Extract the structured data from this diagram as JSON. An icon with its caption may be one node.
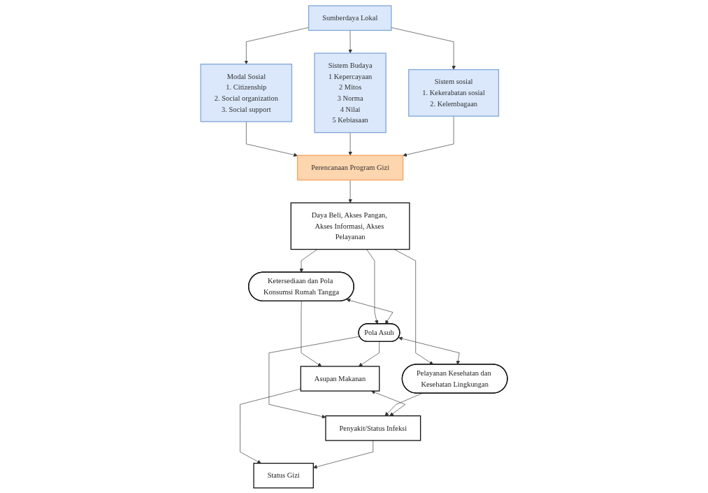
{
  "diagram": {
    "nodes": [
      {
        "text": [
          "Sumberdaya Lokal"
        ]
      },
      {
        "text": [
          "Modal Sosial",
          "1. Citizenship",
          "2. Social organization",
          "3. Social support"
        ]
      },
      {
        "text": [
          "Sistem Budaya",
          "1 Kepercayaan",
          "2 Mitos",
          "3 Norma",
          "4 Nilai",
          "5 Kebiasaan"
        ]
      },
      {
        "text": [
          "Sistem sosial",
          "1. Kekerabatan sosial",
          "2. Kelembagaan"
        ]
      },
      {
        "text": [
          "Perencanaan Program Gizi"
        ]
      },
      {
        "text": [
          "Daya Beli, Akses Pangan, Akses Informasi, Akses Pelayanan"
        ]
      },
      {
        "text": [
          "Ketersediaan dan Pola Konsumsi Rumah Tangga"
        ]
      },
      {
        "text": [
          "Pola Asuh"
        ]
      },
      {
        "text": [
          "Pelayanan Kesehatan dan Kesehatan Lingkungan"
        ]
      },
      {
        "text": [
          "Asupan Makanan"
        ]
      },
      {
        "text": [
          "Penyakit/Status Infeksi"
        ]
      },
      {
        "text": [
          "Status Gizi"
        ]
      }
    ],
    "edges": [
      {
        "from": 0,
        "to": 1,
        "arrow": "to"
      },
      {
        "from": 0,
        "to": 2,
        "arrow": "to"
      },
      {
        "from": 0,
        "to": 3,
        "arrow": "to"
      },
      {
        "from": 1,
        "to": 4,
        "arrow": "to"
      },
      {
        "from": 2,
        "to": 4,
        "arrow": "to"
      },
      {
        "from": 3,
        "to": 4,
        "arrow": "to"
      },
      {
        "from": 4,
        "to": 5,
        "arrow": "to"
      },
      {
        "from": 5,
        "to": 6,
        "arrow": "to"
      },
      {
        "from": 5,
        "to": 7,
        "arrow": "to"
      },
      {
        "from": 5,
        "to": 8,
        "arrow": "to"
      },
      {
        "from": 6,
        "to": 7,
        "arrow": "both"
      },
      {
        "from": 7,
        "to": 8,
        "arrow": "both"
      },
      {
        "from": 6,
        "to": 9,
        "arrow": "to"
      },
      {
        "from": 7,
        "to": 9,
        "arrow": "to"
      },
      {
        "from": 7,
        "to": 10,
        "arrow": "to"
      },
      {
        "from": 8,
        "to": 10,
        "arrow": "to"
      },
      {
        "from": 9,
        "to": 10,
        "arrow": "both"
      },
      {
        "from": 9,
        "to": 11,
        "arrow": "to"
      },
      {
        "from": 10,
        "to": 11,
        "arrow": "to"
      }
    ]
  }
}
